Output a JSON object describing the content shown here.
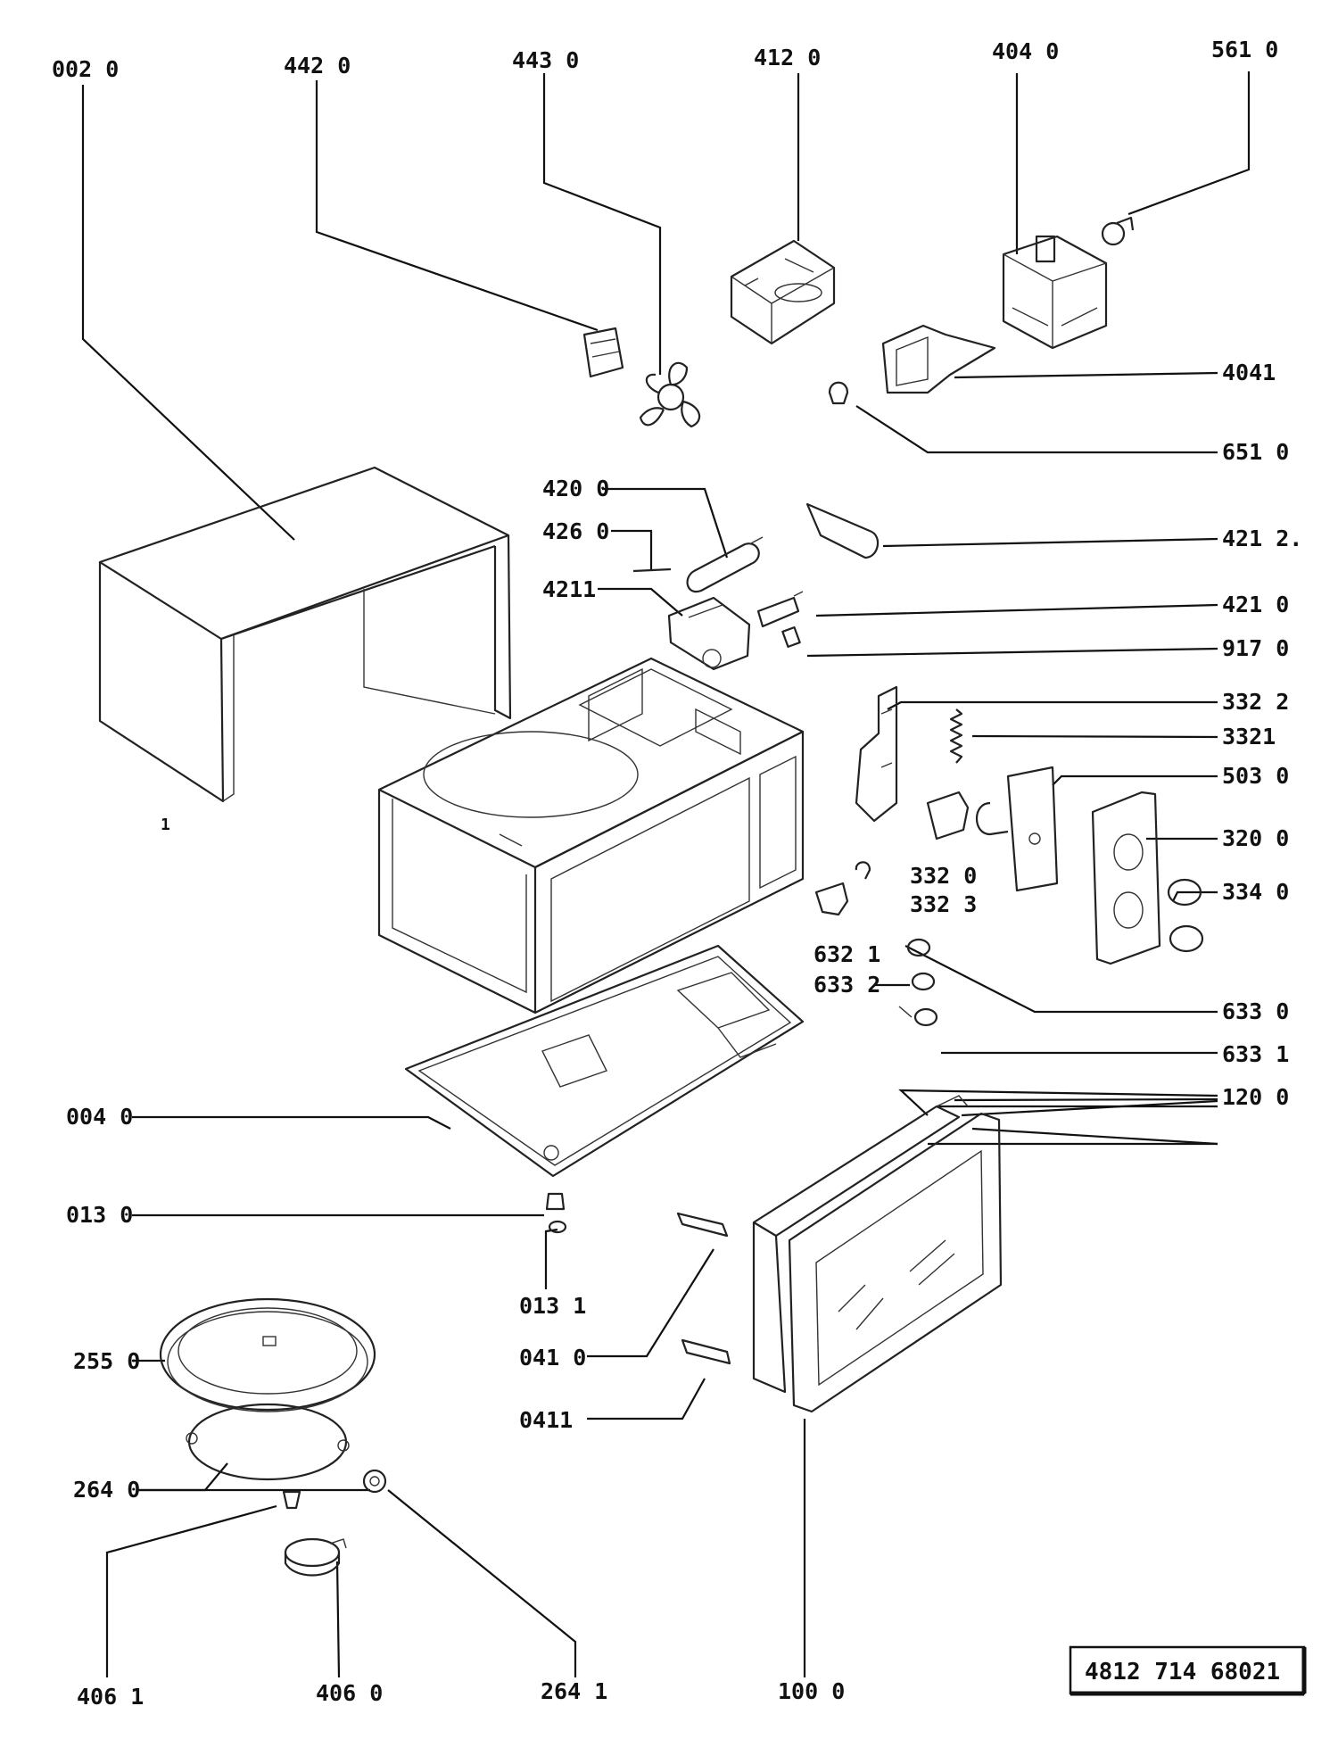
{
  "labels": {
    "l0020": "002 0",
    "l4420": "442 0",
    "l4430": "443 0",
    "l4120": "412 0",
    "l4040": "404 0",
    "l5610": "561 0",
    "l4041": "4041",
    "l6510": "651 0",
    "l4200": "420 0",
    "l4260": "426 0",
    "l4211": "4211",
    "l4212": "421 2.",
    "l4210": "421 0",
    "l9170": "917 0",
    "l3322": "332 2",
    "l3321": "3321",
    "l5030": "503 0",
    "l3200": "320 0",
    "l3340": "334 0",
    "l3320": "332 0",
    "l3323": "332 3",
    "l6321": "632 1",
    "l6332": "633 2",
    "l6330": "633 0",
    "l6331": "633 1",
    "l1200": "120 0",
    "l0040": "004 0",
    "l0130": "013 0",
    "l0131": "013 1",
    "l2550": "255 0",
    "l0410": "041 0",
    "l0411": "0411",
    "l2640": "264 0",
    "l4061": "406 1",
    "l4060": "406 0",
    "l2641": "264 1",
    "l1000": "100 0",
    "mark": "1"
  },
  "code": "4812  714  68021"
}
